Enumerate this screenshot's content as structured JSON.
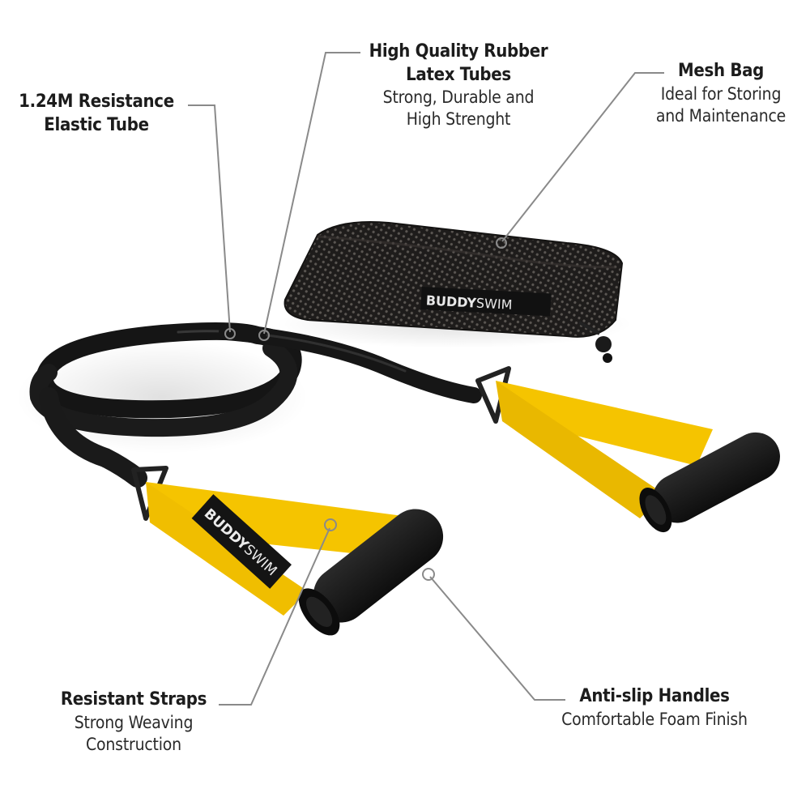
{
  "brand": "BUDDYSWIM",
  "brand_parts": {
    "bold": "BUDDY",
    "light": "SWIM"
  },
  "colors": {
    "background": "#ffffff",
    "strap_yellow": "#f5c400",
    "tube_black": "#1a1a1a",
    "foam_black": "#151515",
    "mesh_black": "#262321",
    "callout_line": "#8a8a8a",
    "text": "#1f1f1f"
  },
  "callouts": [
    {
      "id": "tube",
      "title_lines": [
        "1.24M Resistance",
        "Elastic Tube"
      ],
      "desc_lines": []
    },
    {
      "id": "latex",
      "title_lines": [
        "High Quality Rubber",
        "Latex Tubes"
      ],
      "desc_lines": [
        "Strong, Durable and",
        "High Strenght"
      ]
    },
    {
      "id": "mesh",
      "title_lines": [
        "Mesh Bag"
      ],
      "desc_lines": [
        "Ideal for Storing",
        "and Maintenance"
      ]
    },
    {
      "id": "straps",
      "title_lines": [
        "Resistant Straps"
      ],
      "desc_lines": [
        "Strong Weaving",
        "Construction"
      ]
    },
    {
      "id": "handles",
      "title_lines": [
        "Anti-slip Handles"
      ],
      "desc_lines": [
        "Comfortable Foam Finish"
      ]
    }
  ]
}
